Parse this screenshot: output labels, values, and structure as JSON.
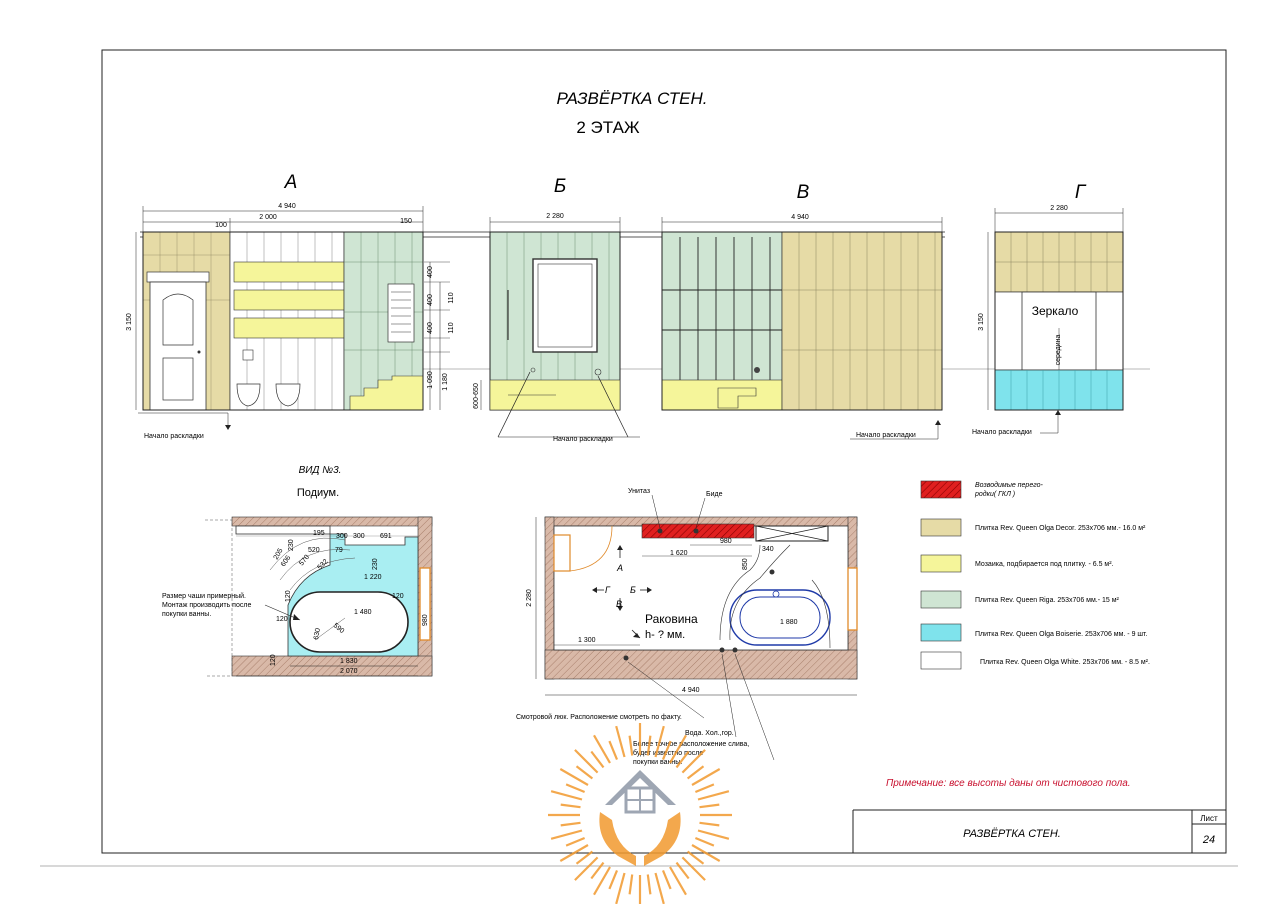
{
  "title": "РАЗВЁРТКА СТЕН.",
  "subtitle": "2 ЭТАЖ",
  "elevations": {
    "a": {
      "letter": "А",
      "width": "4 940",
      "sub_left": "2 000",
      "d100": "100",
      "d150": "150",
      "height": "3 150",
      "h400a": "400",
      "h400b": "400",
      "h400c": "400",
      "h110a": "110",
      "h110b": "110",
      "h1090": "1 090",
      "h1180": "1 180",
      "start_note": "Начало раскладки"
    },
    "b": {
      "letter": "Б",
      "width": "2 280",
      "h600": "600-650",
      "start_note": "Начало раскладки"
    },
    "v": {
      "letter": "В",
      "width": "4 940",
      "start_note": "Начало раскладки"
    },
    "g": {
      "letter": "Г",
      "width": "2 280",
      "height": "3 150",
      "mirror": "Зеркало",
      "middle": "середина",
      "start_note": "Начало раскладки"
    }
  },
  "view3": {
    "title": "ВИД №3.",
    "subtitle": "Подиум.",
    "note_line1": "Размер чаши примерный.",
    "note_line2": "Монтаж производить после",
    "note_line3": "покупки ванны.",
    "dims": [
      "195",
      "300",
      "300",
      "691",
      "520",
      "230",
      "230",
      "79",
      "205",
      "606",
      "570",
      "532",
      "1 220",
      "120",
      "120",
      "1 480",
      "120",
      "630",
      "590",
      "120",
      "1 830",
      "2 070",
      "980"
    ]
  },
  "plan": {
    "unitaz": "Унитаз",
    "bide": "Биде",
    "d980": "980",
    "d1620": "1 620",
    "d340": "340",
    "d850": "850",
    "d2280": "2 280",
    "d1300": "1 300",
    "d1880": "1 880",
    "d4940": "4 940",
    "sink": "Раковина",
    "sink_h": "h- ? мм.",
    "label_a": "А",
    "label_b": "Б",
    "label_v": "В",
    "label_g": "Г",
    "note_hatch": "Смотровой люк. Расположение смотреть по факту.",
    "note_water": "Вода. Хол.,гор.",
    "note_drain1": "Более точное расположение слива,",
    "note_drain2": "будет известно после",
    "note_drain3": "покупки ванны."
  },
  "legend": [
    {
      "color": "#e02020",
      "hatched": true,
      "line1": "Возводимые перего-",
      "line2": "родки( ГКЛ )"
    },
    {
      "color": "#e6dba6",
      "hatched": false,
      "line1": "Плитка Rev. Queen Olga Decor. 253x706 мм.- 16.0 м²",
      "line2": ""
    },
    {
      "color": "#f5f59a",
      "hatched": false,
      "line1": "Мозаика, подбирается под плитку. - 6.5 м².",
      "line2": ""
    },
    {
      "color": "#cfe5d3",
      "hatched": false,
      "line1": "Плитка Rev. Queen Riga. 253x706 мм.- 15 м²",
      "line2": ""
    },
    {
      "color": "#7fe3ec",
      "hatched": false,
      "line1": "Плитка Rev. Queen Olga Boiserie. 253x706 мм. - 9 шт.",
      "line2": ""
    },
    {
      "color": "#ffffff",
      "hatched": false,
      "line1": "Плитка Rev. Queen Olga White. 253x706 мм. - 8.5 м².",
      "line2": ""
    }
  ],
  "footnote": "Примечание: все высоты даны от чистового пола.",
  "stamp": {
    "title": "РАЗВЁРТКА СТЕН.",
    "sheet_label": "Лист",
    "sheet_no": "24"
  },
  "colors": {
    "decor": "#e6dba6",
    "mosaic": "#f5f59a",
    "riga": "#cfe5d3",
    "boiserie": "#7fe3ec",
    "red": "#c8102e",
    "logo": "#f29a2e"
  }
}
